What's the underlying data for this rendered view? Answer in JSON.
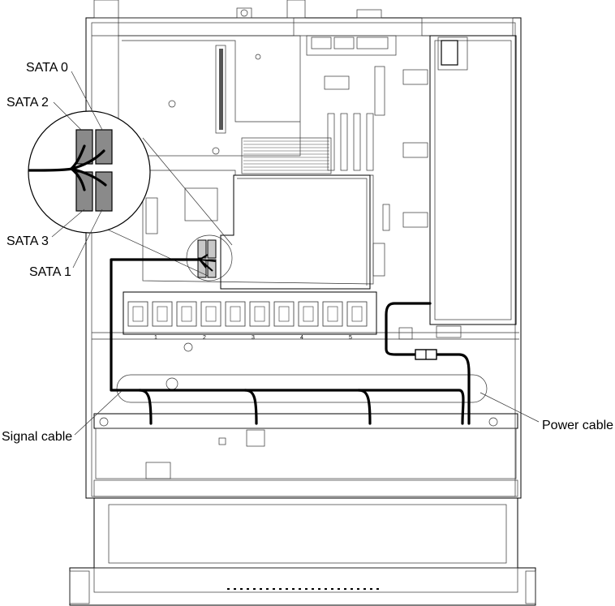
{
  "labels": {
    "sata0": "SATA 0",
    "sata1": "SATA 1",
    "sata2": "SATA 2",
    "sata3": "SATA 3",
    "signal_cable": "Signal cable",
    "power_cable": "Power cable"
  },
  "fan_numbers": [
    "1",
    "2",
    "3",
    "4",
    "5"
  ]
}
